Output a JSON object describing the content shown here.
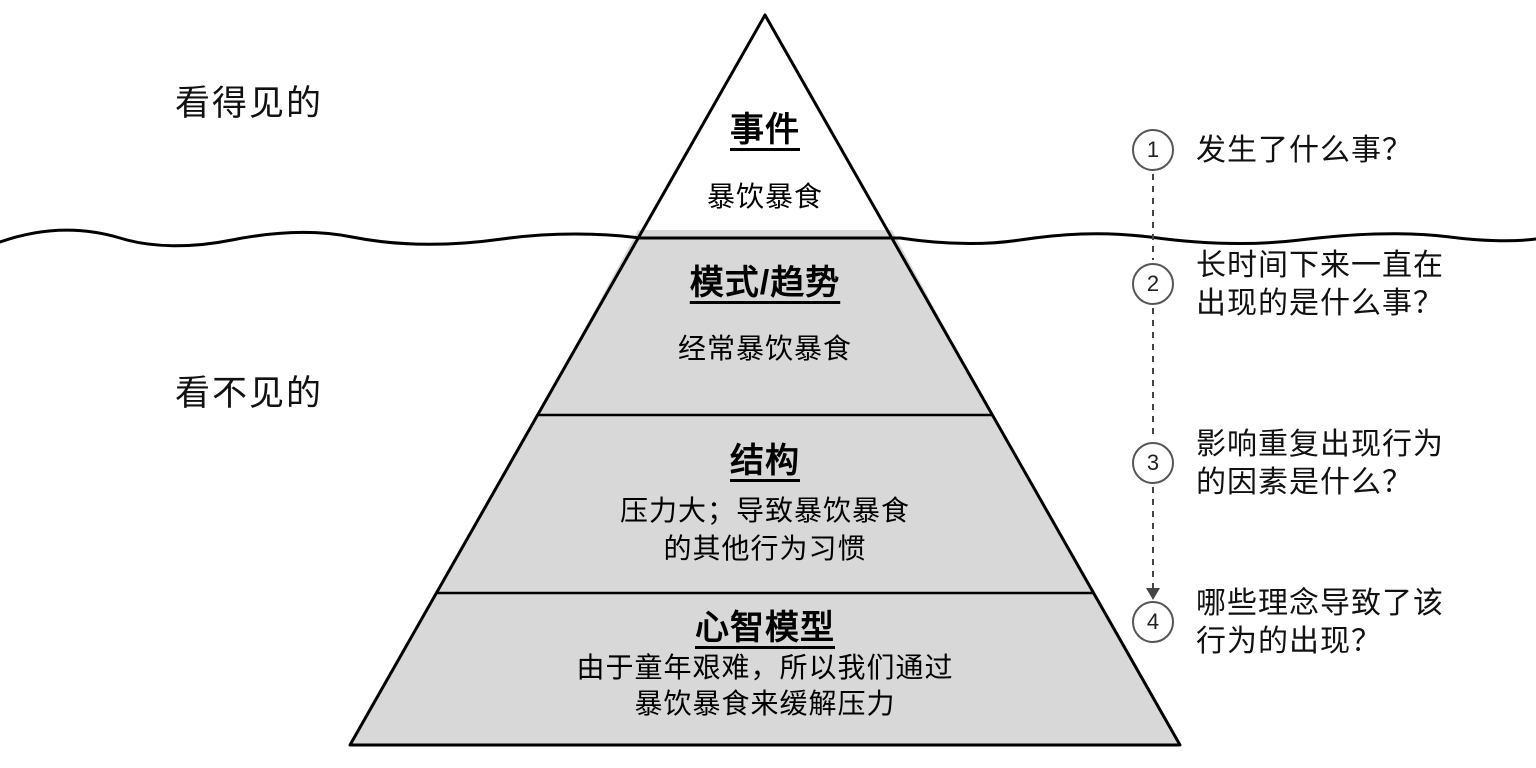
{
  "side_labels": {
    "visible": "看得见的",
    "invisible": "看不见的"
  },
  "pyramid_layers": [
    {
      "title": "事件",
      "desc": "暴饮暴食"
    },
    {
      "title": "模式/趋势",
      "desc": "经常暴饮暴食"
    },
    {
      "title": "结构",
      "desc": "压力大；导致暴饮暴食\n的其他行为习惯"
    },
    {
      "title": "心智模型",
      "desc": "由于童年艰难，所以我们通过\n暴饮暴食来缓解压力"
    }
  ],
  "questions": [
    {
      "number": "1",
      "text": "发生了什么事？"
    },
    {
      "number": "2",
      "text": "长时间下来一直在\n出现的是什么事？"
    },
    {
      "number": "3",
      "text": "影响重复出现行为\n的因素是什么？"
    },
    {
      "number": "4",
      "text": "哪些理念导致了该\n行为的出现？"
    }
  ],
  "colors": {
    "layer_fill": "#d8d8d8",
    "outline": "#000000",
    "circle_stroke": "#555555"
  }
}
